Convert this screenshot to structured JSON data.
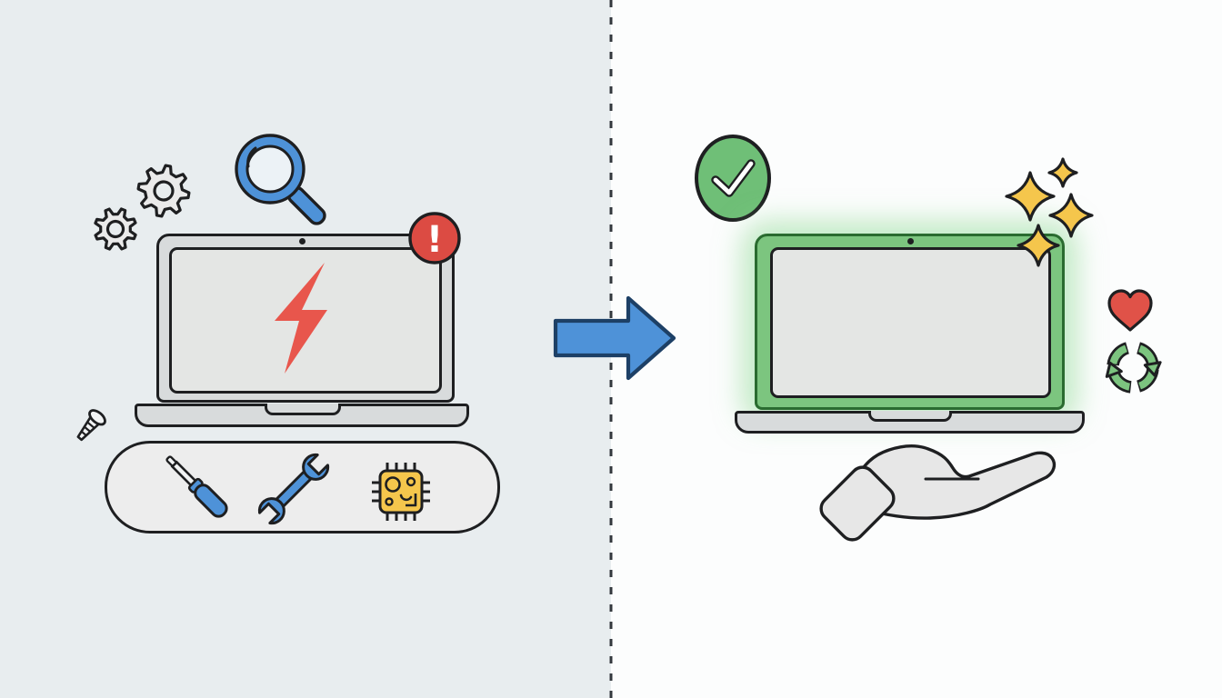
{
  "illustration": {
    "title": "Laptop repair before and after",
    "alert_symbol": "!",
    "left_panel": {
      "state": "broken",
      "icons": [
        "gear",
        "gear",
        "magnifying-glass",
        "alert-badge",
        "lightning-bolt",
        "screw",
        "screwdriver",
        "wrench",
        "circuit-chip"
      ],
      "objects": [
        "laptop with error bolt on screen",
        "toolbox tray with repair tools"
      ]
    },
    "right_panel": {
      "state": "repaired",
      "icons": [
        "checkmark-circle",
        "sparkle",
        "sparkle",
        "sparkle",
        "sparkle",
        "heart",
        "recycle-arrows",
        "open-hand"
      ],
      "objects": [
        "glowing green laptop held above an open hand"
      ]
    },
    "arrow": {
      "direction": "right",
      "meaning": "transformation from broken to repaired"
    },
    "divider": {
      "style": "vertical dashed line"
    }
  },
  "colors": {
    "bg_left": "#e8edef",
    "bg_right": "#fcfdfd",
    "outline": "#1e1f21",
    "navy": "#1d4066",
    "blue": "#4e92d8",
    "shaft": "#f2f4f5",
    "lens": "#ecf2f6",
    "bolt_red": "#e8564c",
    "badge_red": "#dc4b43",
    "heart_red": "#e05248",
    "green": "#6fbf77",
    "green_lid": "#7cc57f",
    "green_border": "#2a6b30",
    "green_glow": "rgba(146,219,152,0.55)",
    "recycle_green": "#7cc47f",
    "yellow": "#f5c64c",
    "gear_gray": "#eaeaea",
    "lid_gray": "#d8dbdc",
    "screen_gray": "#e4e6e4",
    "base_gray": "#d8dbdc",
    "tray_gray": "#ededed",
    "hand_gray": "#e7e7e7",
    "divider": "#33383d",
    "white": "#ffffff"
  }
}
